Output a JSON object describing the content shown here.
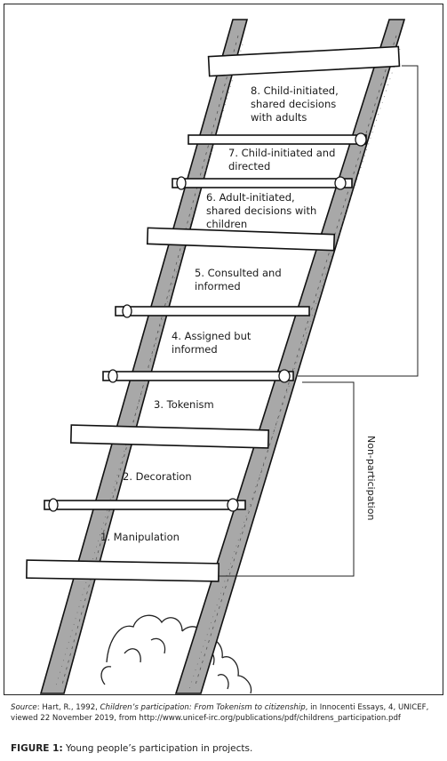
{
  "diagram": {
    "rungs": [
      {
        "id": "8",
        "label": "8. Child-initiated,\nshared decisions\nwith adults"
      },
      {
        "id": "7",
        "label": "7. Child-initiated and\ndirected"
      },
      {
        "id": "6",
        "label": "6. Adult-initiated,\nshared decisions with\nchildren"
      },
      {
        "id": "5",
        "label": "5. Consulted and\ninformed"
      },
      {
        "id": "4",
        "label": "4. Assigned but\ninformed"
      },
      {
        "id": "3",
        "label": "3. Tokenism"
      },
      {
        "id": "2",
        "label": "2. Decoration"
      },
      {
        "id": "1",
        "label": "1. Manipulation"
      }
    ],
    "bracket_label": "Non-participation"
  },
  "source": {
    "prefix": "Source",
    "text_a": ": Hart, R., 1992, ",
    "title": "Children’s participation: From Tokenism to citizenship",
    "text_b": ", in Innocenti Essays, 4, UNICEF, viewed 22 November 2019, from http://www.unicef-irc.org/publications/pdf/childrens_participation.pdf"
  },
  "caption": {
    "figure": "FIGURE 1:",
    "text": " Young people’s participation in projects."
  }
}
